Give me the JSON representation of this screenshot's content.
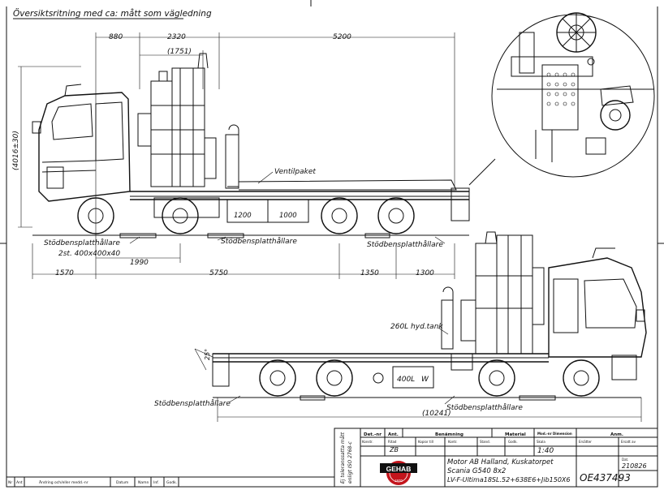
{
  "header": {
    "title": "Översiktsritning med ca: mått som vägledning"
  },
  "side_view": {
    "dims_top": [
      "880",
      "2320",
      "(1751)",
      "5200"
    ],
    "height_dim": "(4016±30)",
    "inner_dims": [
      "1200",
      "1000"
    ],
    "labels": {
      "ventil": "Ventilpaket",
      "stod_front": "Stödbensplatthållare",
      "stod_front_size": "2st. 400x400x40",
      "stod_mid": "Stödbensplatthållare",
      "stod_rear": "Stödbensplatthållare"
    },
    "dims_bottom_1": [
      "1990"
    ],
    "dims_bottom_2": [
      "1570",
      "5750",
      "1350",
      "1300"
    ]
  },
  "rear_view": {
    "labels": {
      "tank260": "260L hyd.tank",
      "tank400": "400L",
      "tank400_mark": "W",
      "stod_left": "Stödbensplatthållare",
      "stod_right": "Stödbensplatthållare",
      "angle": "25°"
    },
    "total_dim": "(10241)"
  },
  "title_block": {
    "vertical_note_1": "Ej toleranssatta mått",
    "vertical_note_2": "enligt ISO 2768-c",
    "header_cols": [
      "Det.-nr",
      "Ant.",
      "Benämning",
      "Material",
      "Mod.-nr Dimension",
      "Anm."
    ],
    "row2_cols": [
      "Konstr.",
      "Ritad",
      "Kopior till",
      "Kontr.",
      "Stand.",
      "Godk.",
      "Skala",
      "Ersätter",
      "Ersatt av"
    ],
    "ritad_value": "ZB",
    "scale": "1:40",
    "dat_label": "Dat.",
    "date": "210826",
    "logo_text": "GEHAB",
    "logo_year": "1970",
    "customer": "Motor AB Halland, Kuskatorpet",
    "vehicle": "Scania G540 8x2",
    "spec": "LV-F-Ultima18SL.52+638E6+Jib150X6",
    "drawing_number": "OE437493",
    "revision_cols": [
      "Nr",
      "Ant",
      "Ändring och/eller medd.-nr",
      "Datum",
      "Namn",
      "Inf.",
      "Godk."
    ]
  },
  "colors": {
    "ink": "#111111",
    "logo_red": "#c3151c",
    "paper": "#ffffff"
  }
}
